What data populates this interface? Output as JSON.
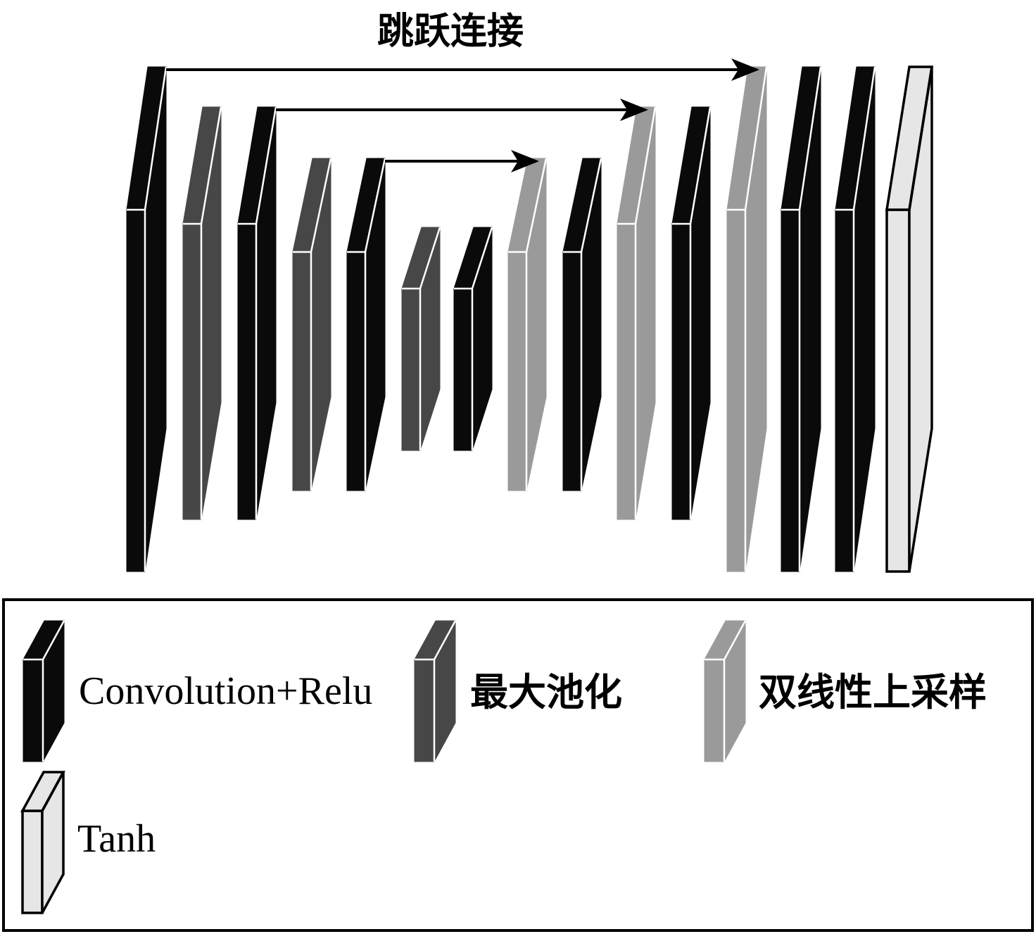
{
  "title": "跳跃连接",
  "colors": {
    "conv": "#0a0a0a",
    "pool": "#474747",
    "upsample": "#9a9a9a",
    "tanh": "#e6e6e6"
  },
  "legend": {
    "conv": "Convolution+Relu",
    "pool": "最大池化",
    "upsample": "双线性上采样",
    "tanh": "Tanh"
  },
  "layers": [
    {
      "kind": "conv",
      "level": 0
    },
    {
      "kind": "pool",
      "level": 1
    },
    {
      "kind": "conv",
      "level": 1
    },
    {
      "kind": "pool",
      "level": 2
    },
    {
      "kind": "conv",
      "level": 2
    },
    {
      "kind": "pool",
      "level": 3
    },
    {
      "kind": "conv",
      "level": 3
    },
    {
      "kind": "upsample",
      "level": 2
    },
    {
      "kind": "conv",
      "level": 2
    },
    {
      "kind": "upsample",
      "level": 1
    },
    {
      "kind": "conv",
      "level": 1
    },
    {
      "kind": "upsample",
      "level": 0
    },
    {
      "kind": "conv",
      "level": 0
    },
    {
      "kind": "conv",
      "level": 0
    },
    {
      "kind": "tanh",
      "level": 0
    }
  ],
  "skip_connections": [
    {
      "from": 0,
      "to": 11
    },
    {
      "from": 2,
      "to": 9
    },
    {
      "from": 4,
      "to": 7
    }
  ]
}
